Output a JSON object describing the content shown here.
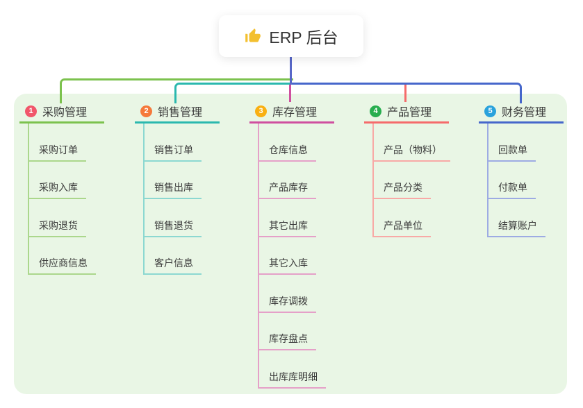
{
  "background_color": "#e9f6e5",
  "root": {
    "label": "ERP 后台",
    "icon": "thumbs-up-icon",
    "icon_color": "#f3c030",
    "line_color": "#5868c8"
  },
  "branches": [
    {
      "number": "1",
      "title": "采购管理",
      "badge_color": "#f1566b",
      "line_color": "#7cc24e",
      "child_line_color": "#abd78c",
      "children": [
        "采购订单",
        "采购入库",
        "采购退货",
        "供应商信息"
      ]
    },
    {
      "number": "2",
      "title": "销售管理",
      "badge_color": "#f5793b",
      "line_color": "#2bb8ae",
      "child_line_color": "#8cd8d1",
      "children": [
        "销售订单",
        "销售出库",
        "销售退货",
        "客户信息"
      ]
    },
    {
      "number": "3",
      "title": "库存管理",
      "badge_color": "#f9b013",
      "line_color": "#cf4f9f",
      "child_line_color": "#e5a0c8",
      "children": [
        "仓库信息",
        "产品库存",
        "其它出库",
        "其它入库",
        "库存调拨",
        "库存盘点",
        "出库库明细"
      ]
    },
    {
      "number": "4",
      "title": "产品管理",
      "badge_color": "#28ae4f",
      "line_color": "#f56b6b",
      "child_line_color": "#f8a9a6",
      "children": [
        "产品（物料）",
        "产品分类",
        "产品单位"
      ]
    },
    {
      "number": "5",
      "title": "财务管理",
      "badge_color": "#29a2dc",
      "line_color": "#4667cb",
      "child_line_color": "#9dabe3",
      "children": [
        "回款单",
        "付款单",
        "结算账户"
      ]
    }
  ]
}
